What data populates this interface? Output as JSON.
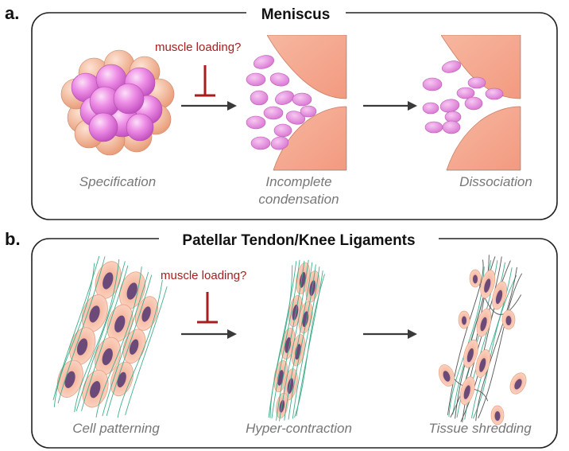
{
  "colors": {
    "inhibition": "#a61e1e",
    "arrow": "#3a3a3a",
    "cell_pink": "#e882e0",
    "cell_peach": "#f6b89a",
    "tissue": "#f4a88e",
    "fiber": "#3fae8c",
    "nucleus": "#6b4a7a",
    "stage_label": "#777777"
  },
  "panel_a": {
    "letter": "a.",
    "title": "Meniscus",
    "annotation": "muscle loading?",
    "stages": {
      "specification": "Specification",
      "condensation_line1": "Incomplete",
      "condensation_line2": "condensation",
      "dissociation": "Dissociation"
    }
  },
  "panel_b": {
    "letter": "b.",
    "title": "Patellar Tendon/Knee Ligaments",
    "annotation": "muscle loading?",
    "stages": {
      "patterning": "Cell patterning",
      "hypercontraction": "Hyper-contraction",
      "shredding": "Tissue shredding"
    }
  }
}
